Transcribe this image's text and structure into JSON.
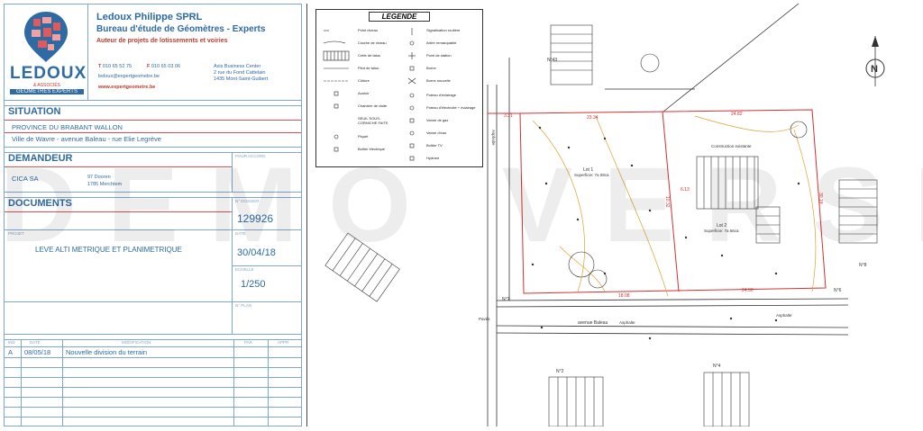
{
  "company": {
    "logo_name": "LEDOUX",
    "logo_sub1": "& ASSOCIÉS",
    "logo_sub2": "GÉOMÈTRES EXPERTS",
    "name": "Ledoux Philippe SPRL",
    "subtitle": "Bureau d'étude de Géomètres - Experts",
    "tagline": "Auteur de projets de lotissements et voiries",
    "phone_label": "T",
    "phone": "010 65 52 75",
    "fax_label": "F",
    "fax": "010 65 03 06",
    "email": "ledoux@expertgeometre.be",
    "web": "www.expertgeometre.be",
    "addr1": "Axis Business Center",
    "addr2": "2 rue du Fond Cattelain",
    "addr3": "1435 Mont-Saint-Guibert",
    "brand_color": "#2e6aa3",
    "accent_color": "#c0392b"
  },
  "situation": {
    "title": "SITUATION",
    "line1": "PROVINCE DU BRABANT WALLON",
    "line2": "Ville de Wavre - avenue Baleau - rue Elie Legrève"
  },
  "demandeur": {
    "title": "DEMANDEUR",
    "accord_label": "POUR ACCORD",
    "name": "CICA SA",
    "addr1": "97 Dooren",
    "addr2": "1785 Merchtem"
  },
  "documents": {
    "title": "DOCUMENTS",
    "dossier_label": "N° DOSSIER",
    "dossier": "129926",
    "projet_label": "PROJET",
    "projet": "LEVE ALTI METRIQUE ET PLANIMETRIQUE",
    "date_label": "DATE",
    "date": "30/04/18",
    "echelle_label": "ECHELLE",
    "echelle": "1/250",
    "plan_label": "N° PLAN"
  },
  "revisions": {
    "headers": [
      "IND",
      "DATE",
      "MODIFICATION",
      "PAR",
      "APPR"
    ],
    "rows": [
      {
        "ind": "A",
        "date": "08/05/18",
        "modification": "Nouvelle division du terrain",
        "par": "",
        "appr": ""
      }
    ]
  },
  "watermark": "DEMO VERSION",
  "legend": {
    "title": "LEGENDE",
    "left": [
      "Point niveau",
      "Courbe de niveau",
      "Crête de talus",
      "Pied de talus",
      "Clôture",
      "Avaloir",
      "Chambre de visite",
      "SEUIL SOUS-CORNICHE FAITE",
      "Piquet",
      "Boîtier électrique"
    ],
    "right": [
      "Signalisation routière",
      "Arbre remarquable",
      "Point de station",
      "Borne",
      "Borne nouvelle",
      "Poteau d'éclairage",
      "Poteau d'électricité + éclairage",
      "Vanne de gaz",
      "Vanne d'eau",
      "Boîtier TV",
      "Hydrant"
    ]
  },
  "plan": {
    "lot1": "Lot 1",
    "lot1_area": "Superficie: 7a 09ca",
    "lot2": "Lot 2",
    "lot2_area": "Superficie: 7a 56ca",
    "construction": "Construction existante",
    "street": "avenue Baleau",
    "asphalte": "Asphalte",
    "pavés": "Pavés",
    "lot_numbers": [
      "N°43",
      "N°1",
      "N°2",
      "N°4",
      "N°6",
      "N°8"
    ],
    "dims": [
      "23.34",
      "24.82",
      "24.50",
      "18.08",
      "30.18",
      "6.13",
      "10.32",
      "3.31"
    ],
    "compass": "N"
  }
}
